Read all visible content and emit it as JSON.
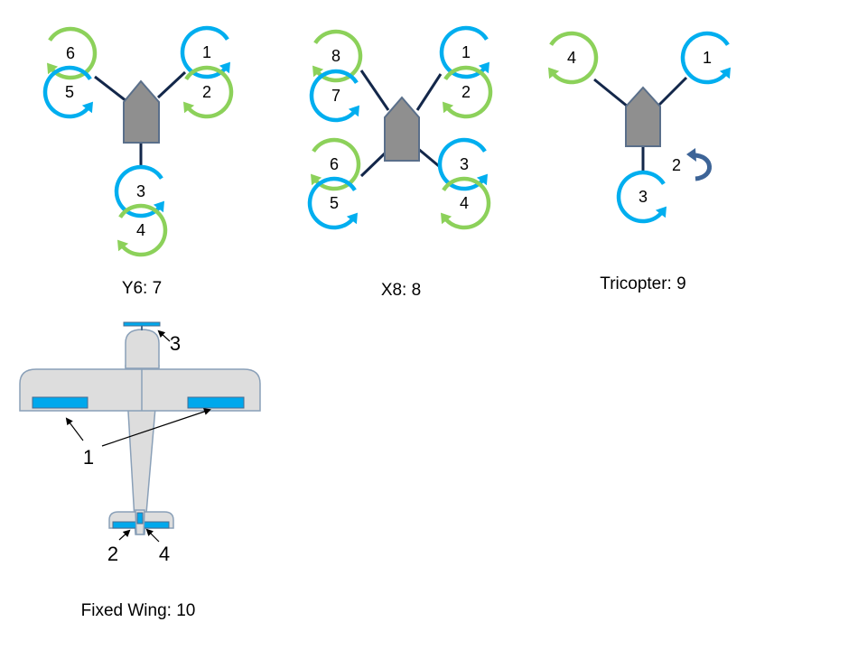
{
  "colors": {
    "cw_green": "#8cd15a",
    "ccw_blue": "#00aeef",
    "arm": "#13274a",
    "body_fill": "#8f8f8f",
    "body_stroke": "#5a6f8a",
    "plane_fill": "#dddddd",
    "plane_stroke": "#8aa0b8",
    "servo_blue": "#00a8ec",
    "yaw_arrow": "#3d6497"
  },
  "y6": {
    "caption": "Y6: 7",
    "motors": [
      {
        "label": "1",
        "rotation": "ccw"
      },
      {
        "label": "2",
        "rotation": "cw"
      },
      {
        "label": "3",
        "rotation": "ccw"
      },
      {
        "label": "4",
        "rotation": "cw"
      },
      {
        "label": "5",
        "rotation": "ccw"
      },
      {
        "label": "6",
        "rotation": "cw"
      }
    ]
  },
  "x8": {
    "caption": "X8: 8",
    "motors": [
      {
        "label": "1",
        "rotation": "ccw"
      },
      {
        "label": "2",
        "rotation": "cw"
      },
      {
        "label": "3",
        "rotation": "ccw"
      },
      {
        "label": "4",
        "rotation": "cw"
      },
      {
        "label": "5",
        "rotation": "ccw"
      },
      {
        "label": "6",
        "rotation": "cw"
      },
      {
        "label": "7",
        "rotation": "ccw"
      },
      {
        "label": "8",
        "rotation": "cw"
      }
    ]
  },
  "tricopter": {
    "caption": "Tricopter: 9",
    "motors": [
      {
        "label": "1",
        "rotation": "ccw"
      },
      {
        "label": "3",
        "rotation": "ccw"
      },
      {
        "label": "4",
        "rotation": "cw"
      }
    ],
    "tail_servo_label": "2"
  },
  "fixed_wing": {
    "caption": "Fixed Wing: 10",
    "labels": {
      "ailerons": "1",
      "elevator": "2",
      "throttle": "3",
      "rudder": "4"
    }
  }
}
